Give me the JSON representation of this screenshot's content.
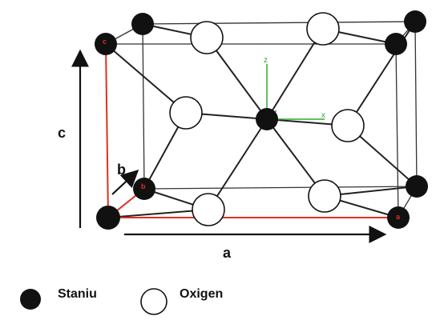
{
  "labels": {
    "axis_a": "a",
    "axis_b": "b",
    "axis_c": "c",
    "corner_a": "a",
    "corner_b": "b",
    "corner_c": "c",
    "local_x": "x",
    "local_z": "z"
  },
  "legend": {
    "tin": "Staniu",
    "oxygen": "Oxigen"
  },
  "colors": {
    "tin_atom": "#111111",
    "oxygen_atom": "#ffffff",
    "unit_vectors": "#e03020",
    "local_axes": "#2faa2f"
  }
}
